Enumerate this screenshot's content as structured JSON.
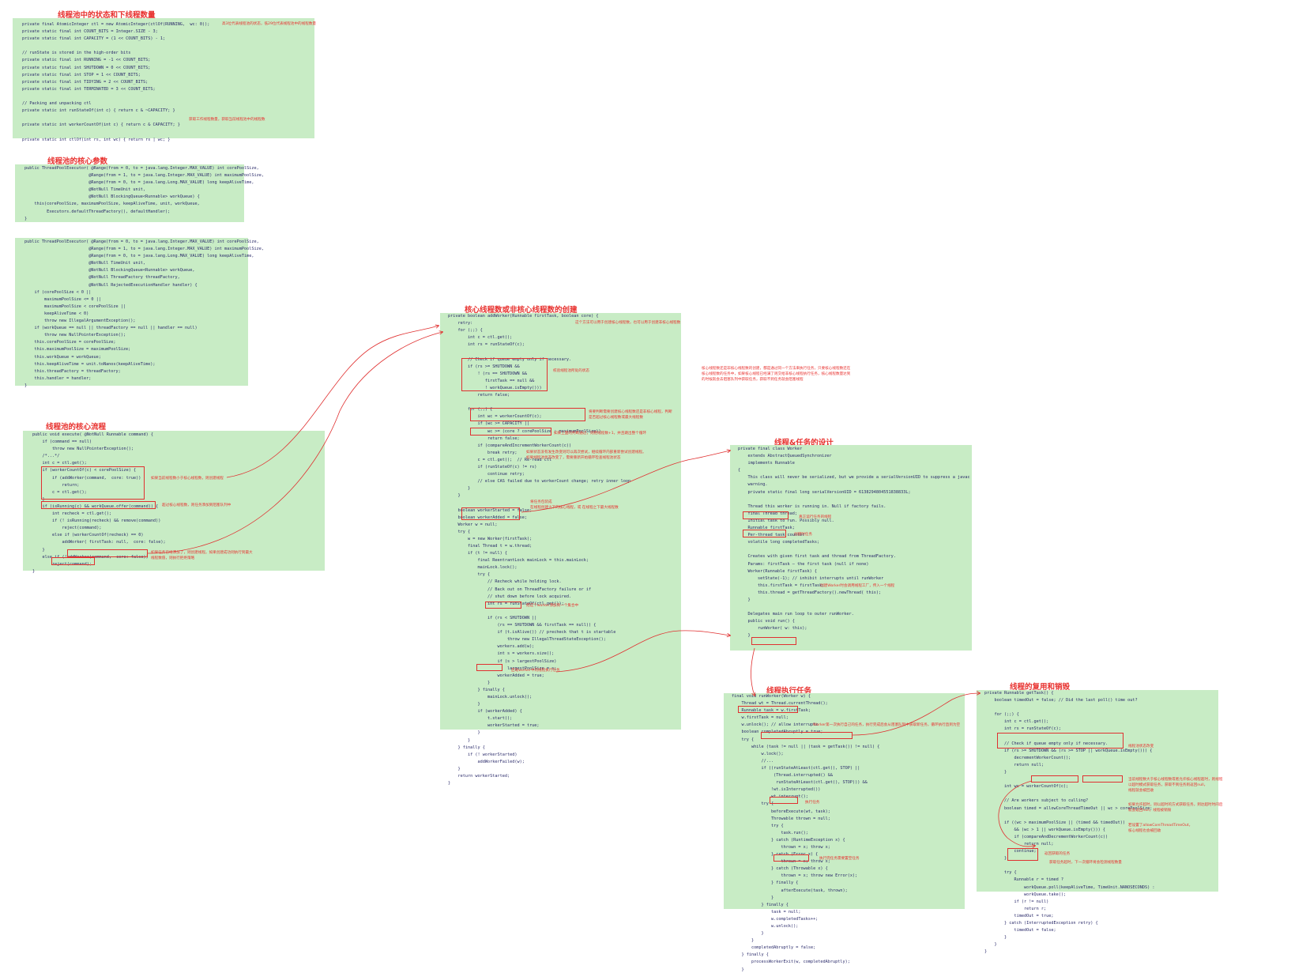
{
  "colors": {
    "panel_bg": "#c8ecc5",
    "title": "#e8322f",
    "annotation": "#e8322f",
    "code": "#2a2a6a"
  },
  "titles": {
    "state": "线程池中的状态和下线程数量",
    "core_params": "线程池的核心参数",
    "flow": "线程池的核心流程",
    "create": "核心线程数或非核心线程数的创建",
    "design": "线程&任务的设计",
    "run": "线程执行任务",
    "reuse": "线程的复用和销毁"
  },
  "panels": {
    "state": [
      "private final AtomicInteger ctl = new AtomicInteger(ctlOf(RUNNING,  wc: 0));",
      "private static final int COUNT_BITS = Integer.SIZE - 3;",
      "private static final int CAPACITY = (1 << COUNT_BITS) - 1;",
      "",
      "// runState is stored in the high-order bits",
      "private static final int RUNNING = -1 << COUNT_BITS;",
      "private static final int SHUTDOWN = 0 << COUNT_BITS;",
      "private static final int STOP = 1 << COUNT_BITS;",
      "private static final int TIDYING = 2 << COUNT_BITS;",
      "private static final int TERMINATED = 3 << COUNT_BITS;",
      "",
      "// Packing and unpacking ctl",
      "private static int runStateOf(int c) { return c & ~CAPACITY; }",
      "",
      "private static int workerCountOf(int c) { return c & CAPACITY; }",
      "",
      "private static int ctlOf(int rs, int wc) { return rs | wc; }"
    ],
    "ctor1": [
      "public ThreadPoolExecutor( @Range(from = 0, to = java.lang.Integer.MAX_VALUE) int corePoolSize,",
      "                          @Range(from = 1, to = java.lang.Integer.MAX_VALUE) int maximumPoolSize,",
      "                          @Range(from = 0, to = java.lang.Long.MAX_VALUE) long keepAliveTime,",
      "                          @NotNull TimeUnit unit,",
      "                          @NotNull BlockingQueue<Runnable> workQueue) {",
      "    this(corePoolSize, maximumPoolSize, keepAliveTime, unit, workQueue,",
      "         Executors.defaultThreadFactory(), defaultHandler);",
      "}"
    ],
    "ctor2": [
      "public ThreadPoolExecutor( @Range(from = 0, to = java.lang.Integer.MAX_VALUE) int corePoolSize,",
      "                          @Range(from = 1, to = java.lang.Integer.MAX_VALUE) int maximumPoolSize,",
      "                          @Range(from = 0, to = java.lang.Long.MAX_VALUE) long keepAliveTime,",
      "                          @NotNull TimeUnit unit,",
      "                          @NotNull BlockingQueue<Runnable> workQueue,",
      "                          @NotNull ThreadFactory threadFactory,",
      "                          @NotNull RejectedExecutionHandler handler) {",
      "    if (corePoolSize < 0 ||",
      "        maximumPoolSize <= 0 ||",
      "        maximumPoolSize < corePoolSize ||",
      "        keepAliveTime < 0)",
      "        throw new IllegalArgumentException();",
      "    if (workQueue == null || threadFactory == null || handler == null)",
      "        throw new NullPointerException();",
      "    this.corePoolSize = corePoolSize;",
      "    this.maximumPoolSize = maximumPoolSize;",
      "    this.workQueue = workQueue;",
      "    this.keepAliveTime = unit.toNanos(keepAliveTime);",
      "    this.threadFactory = threadFactory;",
      "    this.handler = handler;",
      "}"
    ],
    "flow": [
      "public void execute( @NotNull Runnable command) {",
      "    if (command == null)",
      "        throw new NullPointerException();",
      "    /*...*/",
      "    int c = ctl.get();",
      "    if (workerCountOf(c) < corePoolSize) {",
      "        if (addWorker(command,  core: true))",
      "            return;",
      "        c = ctl.get();",
      "    }",
      "    if (isRunning(c) && workQueue.offer(command)) {",
      "        int recheck = ctl.get();",
      "        if (! isRunning(recheck) && remove(command))",
      "            reject(command);",
      "        else if (workerCountOf(recheck) == 0)",
      "            addWorker( firstTask: null,  core: false);",
      "    }",
      "    else if (!addWorker(command,  core: false))",
      "        reject(command);",
      "}"
    ],
    "create": [
      "private boolean addWorker(Runnable firstTask, boolean core) {",
      "    retry:",
      "    for (;;) {",
      "        int c = ctl.get();",
      "        int rs = runStateOf(c);",
      "",
      "        // Check if queue empty only if necessary.",
      "        if (rs >= SHUTDOWN &&",
      "            ! (rs == SHUTDOWN &&",
      "               firstTask == null &&",
      "               ! workQueue.isEmpty()))",
      "            return false;",
      "",
      "        for (;;) {",
      "            int wc = workerCountOf(c);",
      "            if (wc >= CAPACITY ||",
      "                wc >= (core ? corePoolSize : maximumPoolSize))",
      "                return false;",
      "            if (compareAndIncrementWorkerCount(c))",
      "                break retry;",
      "            c = ctl.get();  // Re-read ctl",
      "            if (runStateOf(c) != rs)",
      "                continue retry;",
      "            // else CAS failed due to workerCount change; retry inner loop",
      "        }",
      "    }",
      "",
      "    boolean workerStarted = false;",
      "    boolean workerAdded = false;",
      "    Worker w = null;",
      "    try {",
      "        w = new Worker(firstTask);",
      "        final Thread t = w.thread;",
      "        if (t != null) {",
      "            final ReentrantLock mainLock = this.mainLock;",
      "            mainLock.lock();",
      "            try {",
      "                // Recheck while holding lock.",
      "                // Back out on ThreadFactory failure or if",
      "                // shut down before lock acquired.",
      "                int rs = runStateOf(ctl.get());",
      "",
      "                if (rs < SHUTDOWN ||",
      "                    (rs == SHUTDOWN && firstTask == null)) {",
      "                    if (t.isAlive()) // precheck that t is startable",
      "                        throw new IllegalThreadStateException();",
      "                    workers.add(w);",
      "                    int s = workers.size();",
      "                    if (s > largestPoolSize)",
      "                        largestPoolSize = s;",
      "                    workerAdded = true;",
      "                }",
      "            } finally {",
      "                mainLock.unlock();",
      "            }",
      "            if (workerAdded) {",
      "                t.start();",
      "                workerStarted = true;",
      "            }",
      "        }",
      "    } finally {",
      "        if (! workerStarted)",
      "            addWorkerFailed(w);",
      "    }",
      "    return workerStarted;",
      "}"
    ],
    "design": [
      "private final class Worker",
      "    extends AbstractQueuedSynchronizer",
      "    implements Runnable",
      "{",
      "    This class will never be serialized, but we provide a serialVersionUID to suppress a javac",
      "    warning.",
      "    private static final long serialVersionUID = 6138294804551838833L;",
      "",
      "    Thread this worker is running in. Null if factory fails.",
      "    final Thread thread;",
      "    Initial task to run. Possibly null.",
      "    Runnable firstTask;",
      "    Per-thread task counter",
      "    volatile long completedTasks;",
      "",
      "    Creates with given first task and thread from ThreadFactory.",
      "    Params: firstTask – the first task (null if none)",
      "    Worker(Runnable firstTask) {",
      "        setState(-1); // inhibit interrupts until runWorker",
      "        this.firstTask = firstTask;",
      "        this.thread = getThreadFactory().newThread( this);",
      "    }",
      "",
      "    Delegates main run loop to outer runWorker.",
      "    public void run() {",
      "        runWorker( w: this);",
      "    }"
    ],
    "run": [
      "final void runWorker(Worker w) {",
      "    Thread wt = Thread.currentThread();",
      "    Runnable task = w.firstTask;",
      "    w.firstTask = null;",
      "    w.unlock(); // allow interrupts",
      "    boolean completedAbruptly = true;",
      "    try {",
      "        while (task != null || (task = getTask()) != null) {",
      "            w.lock();",
      "            //...",
      "            if ((runStateAtLeast(ctl.get(), STOP) ||",
      "                 (Thread.interrupted() &&",
      "                  runStateAtLeast(ctl.get(), STOP))) &&",
      "                !wt.isInterrupted())",
      "                wt.interrupt();",
      "            try {",
      "                beforeExecute(wt, task);",
      "                Throwable thrown = null;",
      "                try {",
      "                    task.run();",
      "                } catch (RuntimeException x) {",
      "                    thrown = x; throw x;",
      "                } catch (Error x) {",
      "                    thrown = x; throw x;",
      "                } catch (Throwable x) {",
      "                    thrown = x; throw new Error(x);",
      "                } finally {",
      "                    afterExecute(task, thrown);",
      "                }",
      "            } finally {",
      "                task = null;",
      "                w.completedTasks++;",
      "                w.unlock();",
      "            }",
      "        }",
      "        completedAbruptly = false;",
      "    } finally {",
      "        processWorkerExit(w, completedAbruptly);",
      "    }",
      "}"
    ],
    "reuse": [
      "private Runnable getTask() {",
      "    boolean timedOut = false; // Did the last poll() time out?",
      "",
      "    for (;;) {",
      "        int c = ctl.get();",
      "        int rs = runStateOf(c);",
      "",
      "        // Check if queue empty only if necessary.",
      "        if (rs >= SHUTDOWN && (rs >= STOP || workQueue.isEmpty())) {",
      "            decrementWorkerCount();",
      "            return null;",
      "        }",
      "",
      "        int wc = workerCountOf(c);",
      "",
      "        // Are workers subject to culling?",
      "        boolean timed = allowCoreThreadTimeOut || wc > corePoolSize;",
      "",
      "        if ((wc > maximumPoolSize || (timed && timedOut))",
      "            && (wc > 1 || workQueue.isEmpty())) {",
      "            if (compareAndDecrementWorkerCount(c))",
      "                return null;",
      "            continue;",
      "        }",
      "",
      "        try {",
      "            Runnable r = timed ?",
      "                workQueue.poll(keepAliveTime, TimeUnit.NANOSECONDS) :",
      "                workQueue.take();",
      "            if (r != null)",
      "                return r;",
      "            timedOut = true;",
      "        } catch (InterruptedException retry) {",
      "            timedOut = false;",
      "        }",
      "    }",
      "}"
    ]
  },
  "notes": {
    "state_ctl": "高3位代表线程池的状态，低29位代表线程池中的线程数量",
    "state_wc": "获取工作线程数量，获取当前线程池中的线程数",
    "flow_core": "如果当前线程数小于核心线程数，则创建线程",
    "flow_queue": "超过核心线程数，则任务添加到阻塞队列中",
    "flow_reject": "如果任务已经添加了，则创建线程。如果创建成功则执行到最大\n线程数值，则执行拒绝策略",
    "create_core": "这个方法可以用于创建核心线程数，也可以用于创建非核心线程数",
    "create_state": "校验线程池所处的状态",
    "create_cap": "将要判断需要创建核心线程数还是非核心线程，判断\n是否超过核心线程数或最大线程数",
    "create_cas": "如果上面的判断通过，则把线程数+1，并且跳出整个循环",
    "create_retry": "如果状态没有发生改变则可以再次尝试，继续循环内部重新尝试创建线程。\n如果线程池状态改变了，需要重新开始循环检查线程池状态",
    "create_worker": "将任务包装成\n在线程创建之下的核心线程，或 在线程之下最大线程数",
    "create_add": "把这个worker添加到一个集合中",
    "create_start": "启动worker中的线程执行任务",
    "create_side": "核心线程数还是非核心线程数的创建，都是通过同一个方法来执行任务，只要核心线程数还在\n核心线程数的任务中，如果核心线程已经满了则交给非核心线程执行任务，核心线程数量达到\n的时候就会去阻塞队列中获取任务，获取不到任务就会阻塞线程",
    "design_thread": "真正运行任务的线程",
    "design_task": "创建时任务",
    "design_ctor": "创建Worker时会调用线程工厂，传入一个线程",
    "run_loop": "Worker第一次执行自己的任务，执行完成后会从阻塞队列中获取新任务，循环执行直到为空",
    "run_exec": "执行任务",
    "run_null": "执行完任务需要置空任务",
    "reuse_dec": "线程池状态改变",
    "reuse_timed": "当前线程数大于核心线程数或者允许核心线程超时，则线程\n以超时模式获取任务，获取不到任务则返回null，\n线程就会被回收",
    "reuse_poll": "如果允许超时，则以超时的方式获取任务，到达超时时间后\n就会返回null，线程被销毁",
    "reuse_allow": "若设置了allowCoreThreadTimeOut，\n核心线程也会被回收",
    "reuse_ret": "返回获取的任务",
    "reuse_timeout": "获取任务超时，下一次循环将会检测线程数量"
  }
}
